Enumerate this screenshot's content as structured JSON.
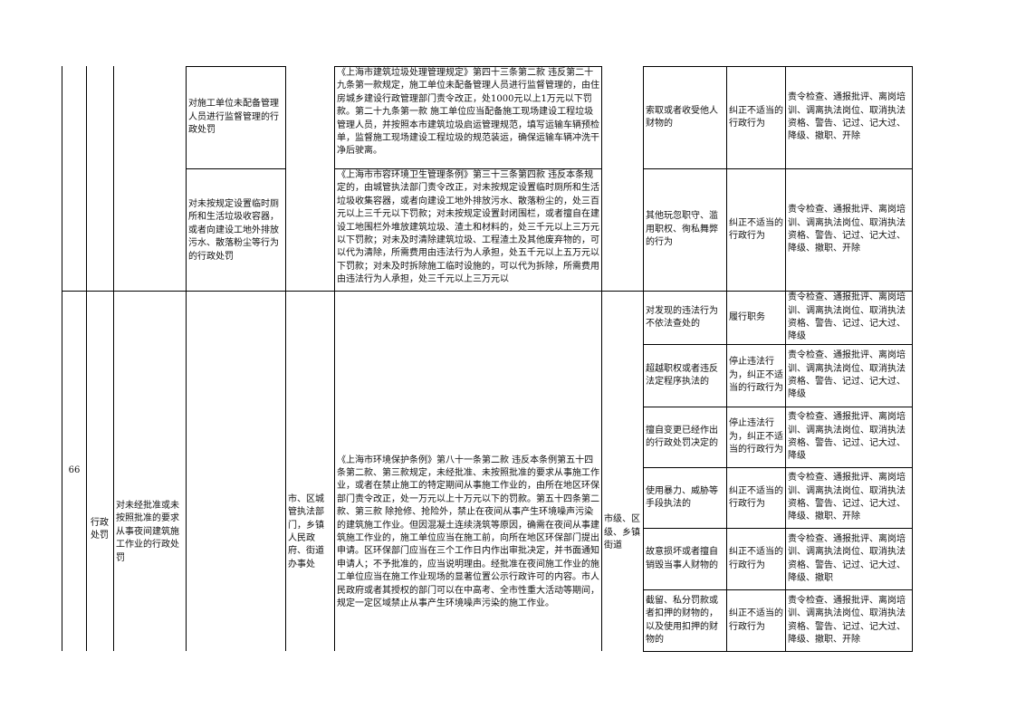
{
  "rows_top": [
    {
      "item_name": "对施工单位未配备管理人员进行监督管理的行政处罚",
      "basis": "《上海市建筑垃圾处理管理规定》第四十三条第二款 违反第二十九条第一款规定，施工单位未配备管理人员进行监督管理的，由住房城乡建设行政管理部门责令改正，处1000元以上1万元以下罚款。第二十九条第一款 施工单位应当配备施工现场建设工程垃圾管理人员，并按照本市建筑垃圾启运管理规范，填写运输车辆预检单，监督施工现场建设工程垃圾的规范装运，确保运输车辆冲洗干净后驶离。"
    },
    {
      "item_name": "对未按规定设置临时厕所和生活垃圾收容器，或者向建设工地外排放污水、散落粉尘等行为的行政处罚",
      "basis": "《上海市市容环境卫生管理条例》第三十三条第四款 违反本条规定的，由城管执法部门责令改正，对未按规定设置临时厕所和生活垃圾收集容器，或者向建设工地外排放污水、散落粉尘的，处三百元以上三千元以下罚款；对未按规定设置封闭围栏，或者擅自在建设工地围栏外堆放建筑垃圾、渣土和材料的，处三千元以上三万元以下罚款；对未及时清除建筑垃圾、工程渣土及其他废弃物的，可以代为清除，所需费用由违法行为人承担，处五千元以上五万元以下罚款；对未及时拆除施工临时设施的，可以代为拆除，所需费用由违法行为人承担，处三千元以上三万元以"
    }
  ],
  "duty_top": [
    {
      "situation": "索取或者收受他人财物的",
      "type": "纠正不适当的行政行为",
      "result": "责令检查、通报批评、离岗培训、调离执法岗位、取消执法资格、警告、记过、记大过、降级、撤职、开除"
    },
    {
      "situation": "其他玩忽职守、滥用职权、徇私舞弊的行为",
      "type": "纠正不适当的行政行为",
      "result": "责令检查、通报批评、离岗培训、调离执法岗位、取消执法资格、警告、记过、记大过、降级、撤职、开除"
    }
  ],
  "item66": {
    "number": "66",
    "category": "行政处罚",
    "name": "对未经批准或未按照批准的要求从事夜间建筑施工作业的行政处罚",
    "dept": "市、区城管执法部门，乡镇人民政府、街道办事处",
    "basis": "《上海市环境保护条例》第八十一条第二款 违反本条例第五十四条第二款、第三款规定，未经批准、未按照批准的要求从事施工作业，或者在禁止施工的特定期间从事施工作业的，由所在地区环保部门责令改正，处一万元以上十万元以下的罚款。第五十四条第二款、第三款 除抢修、抢险外，禁止在夜间从事产生环境噪声污染的建筑施工作业。但因混凝土连续浇筑等原因，确需在夜间从事建筑施工作业的，施工单位应当在施工前，向所在地区环保部门提出申请。区环保部门应当在三个工作日内作出审批决定，并书面通知申请人；不予批准的，应当说明理由。经批准在夜间施工作业的施工单位应当在施工作业现场的显著位置公示行政许可的内容。市人民政府或者其授权的部门可以在中高考、全市性重大活动等期间，规定一定区域禁止从事产生环境噪声污染的施工作业。",
    "level": "市级、区级、乡镇街道",
    "duty": [
      {
        "situation": "对发现的违法行为不依法查处的",
        "type": "履行职务",
        "result": "责令检查、通报批评、离岗培训、调离执法岗位、取消执法资格、警告、记过、记大过、降级"
      },
      {
        "situation": "超越职权或者违反法定程序执法的",
        "type": "停止违法行为，纠正不适当的行政行为",
        "result": "责令检查、通报批评、离岗培训、调离执法岗位、取消执法资格、警告、记过、记大过、降级"
      },
      {
        "situation": "擅自变更已经作出的行政处罚决定的",
        "type": "停止违法行为，纠正不适当的行政行为",
        "result": "责令检查、通报批评、离岗培训、调离执法岗位、取消执法资格、警告、记过、记大过、降级"
      },
      {
        "situation": "使用暴力、威胁等手段执法的",
        "type": "纠正不适当的行政行为",
        "result": "责令检查、通报批评、离岗培训、调离执法岗位、取消执法资格、警告、记过、记大过、降级、撤职、开除"
      },
      {
        "situation": "故意损坏或者擅自销毁当事人财物的",
        "type": "纠正不适当的行政行为",
        "result": "责令检查、通报批评、离岗培训、调离执法岗位、取消执法资格、警告、记过、记大过、降级、撤职"
      },
      {
        "situation": "截留、私分罚款或者扣押的财物的，以及使用扣押的财物的",
        "type": "纠正不适当的行政行为",
        "result": "责令检查、通报批评、离岗培训、调离执法岗位、取消执法资格、警告、记过、记大过、降级、撤职、开除"
      }
    ]
  }
}
